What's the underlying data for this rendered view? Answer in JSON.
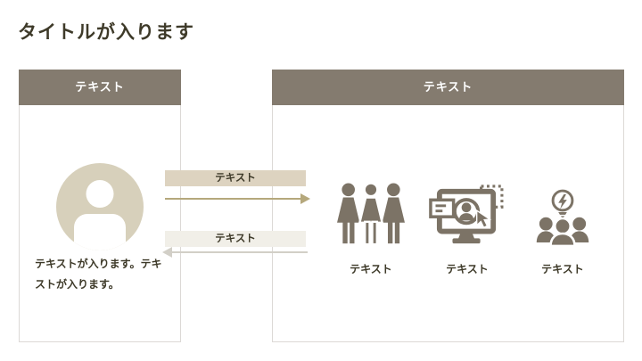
{
  "title": "タイトルが入ります",
  "left_panel": {
    "header": "テキスト",
    "body_text": "テキストが入ります。テキストが入ります。"
  },
  "arrows": {
    "forward_label": "テキスト",
    "backward_label": "テキスト"
  },
  "right_panel": {
    "header": "テキスト",
    "items": [
      {
        "icon": "three-people-icon",
        "label": "テキスト"
      },
      {
        "icon": "monitor-user-cursor-icon",
        "label": "テキスト"
      },
      {
        "icon": "team-idea-lightbulb-icon",
        "label": "テキスト"
      }
    ]
  },
  "colors": {
    "header-bg": "#847b6f",
    "icon": "#7c7366",
    "title-text": "#3e3a29",
    "body-text": "#3e3a29",
    "avatar-bg": "#d7d0bb",
    "label-forward-bg": "#ddd3c0",
    "label-back-bg": "#f1efe8",
    "arrow-forward": "#b5a87c",
    "arrow-back": "#d2cfc7",
    "panel-border": "#dcd9d6",
    "page-bg": "#ffffff"
  }
}
